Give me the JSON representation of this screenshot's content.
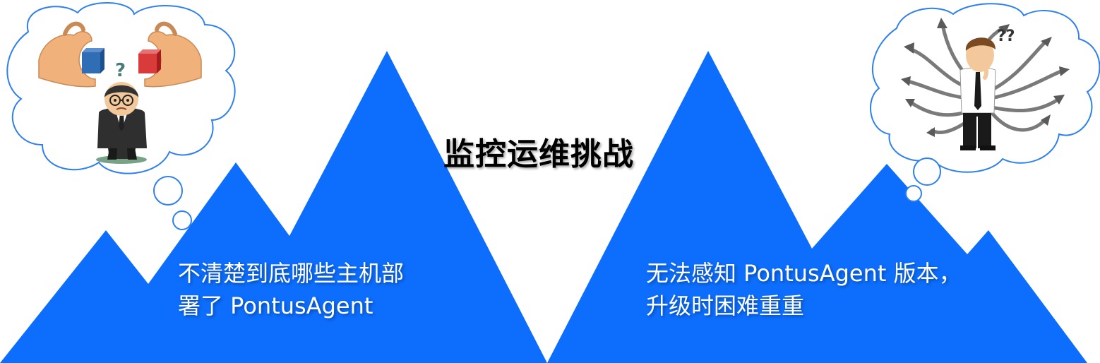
{
  "title": "监控运维挑战",
  "challenges": [
    {
      "lines": [
        "不清楚到底哪些主机部",
        "署了 PontusAgent"
      ]
    },
    {
      "lines": [
        "无法感知 PontusAgent 版本，",
        "升级时困难重重"
      ]
    }
  ],
  "colors": {
    "mountain": "#0d6efd",
    "cloud_outline": "#2f80ed",
    "caption_text": "#ffffff",
    "title_text": "#000000"
  },
  "illustrations": [
    "confused-businessman-with-cubes-illustration",
    "confused-man-with-tangled-arrows-illustration"
  ]
}
